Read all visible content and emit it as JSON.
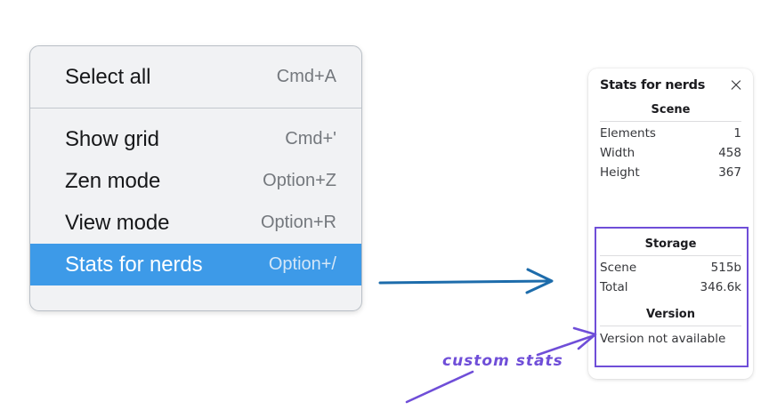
{
  "context_menu": {
    "groups": [
      {
        "items": [
          {
            "label": "Select all",
            "shortcut": "Cmd+A",
            "selected": false
          }
        ]
      },
      {
        "items": [
          {
            "label": "Show grid",
            "shortcut": "Cmd+'",
            "selected": false
          },
          {
            "label": "Zen mode",
            "shortcut": "Option+Z",
            "selected": false
          },
          {
            "label": "View mode",
            "shortcut": "Option+R",
            "selected": false
          },
          {
            "label": "Stats for nerds",
            "shortcut": "Option+/",
            "selected": true
          }
        ]
      }
    ],
    "selected_highlight_color": "#3d9ae8"
  },
  "stats_panel": {
    "title": "Stats for nerds",
    "close_icon": "close-icon",
    "sections": [
      {
        "title": "Scene",
        "rows": [
          {
            "key": "Elements",
            "value": "1"
          },
          {
            "key": "Width",
            "value": "458"
          },
          {
            "key": "Height",
            "value": "367"
          }
        ]
      },
      {
        "title": "Storage",
        "rows": [
          {
            "key": "Scene",
            "value": "515b"
          },
          {
            "key": "Total",
            "value": "346.6k"
          }
        ]
      },
      {
        "title": "Version",
        "single_line": "Version not available"
      }
    ],
    "highlight_box_color": "#6f4ed8"
  },
  "annotations": {
    "label": "custom stats",
    "label_color": "#6f4ed8",
    "flow_arrow_color": "#1d6cab"
  }
}
